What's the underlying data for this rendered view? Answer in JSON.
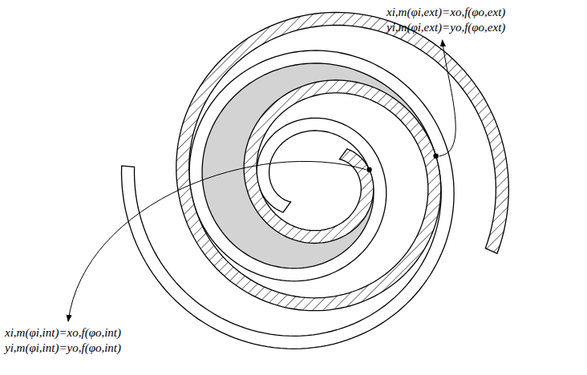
{
  "diagram": {
    "labels": [
      "xi,m(φi,ext)=xo,f(φo,ext)",
      "yi,m(φi,ext)=yo,f(φo,ext)",
      "xi,m(φi,int)=xo,f(φo,int)",
      "yi,m(φi,int)=yo,f(φo,int)"
    ]
  }
}
